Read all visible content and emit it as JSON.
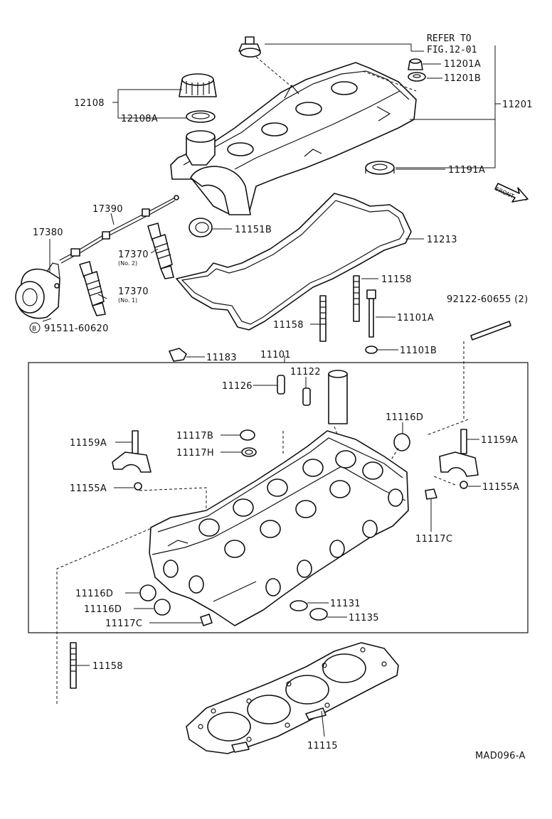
{
  "labels": {
    "refer_line1": "REFER TO",
    "refer_line2": "FIG.12-01",
    "p11201A": "11201A",
    "p11201B": "11201B",
    "p11201": "11201",
    "p12108": "12108",
    "p12108A": "12108A",
    "p11191A": "11191A",
    "front": "FRONT",
    "p17390": "17390",
    "p17380": "17380",
    "p11151B": "11151B",
    "p11213": "11213",
    "p17370_2": "17370",
    "p17370_2_note": "(No. 2)",
    "p17370_1": "17370",
    "p17370_1_note": "(No. 1)",
    "p91511": "91511-60620",
    "p91511_mark": "B",
    "p11158_top": "11158",
    "p11158_left": "11158",
    "p11101A": "11101A",
    "p11101B": "11101B",
    "p92122": "92122-60655 (2)",
    "p11183": "11183",
    "p11101": "11101",
    "p11122": "11122",
    "p11126": "11126",
    "p11116D_top": "11116D",
    "p11117B": "11117B",
    "p11117H": "11117H",
    "p11159A_left": "11159A",
    "p11159A_right": "11159A",
    "p11155A_left": "11155A",
    "p11155A_right": "11155A",
    "p11117C_right": "11117C",
    "p11116D_a": "11116D",
    "p11116D_b": "11116D",
    "p11117C_left": "11117C",
    "p11131": "11131",
    "p11135": "11135",
    "p11158_bottom": "11158",
    "p11115": "11115",
    "figure_code": "MAD096-A"
  }
}
